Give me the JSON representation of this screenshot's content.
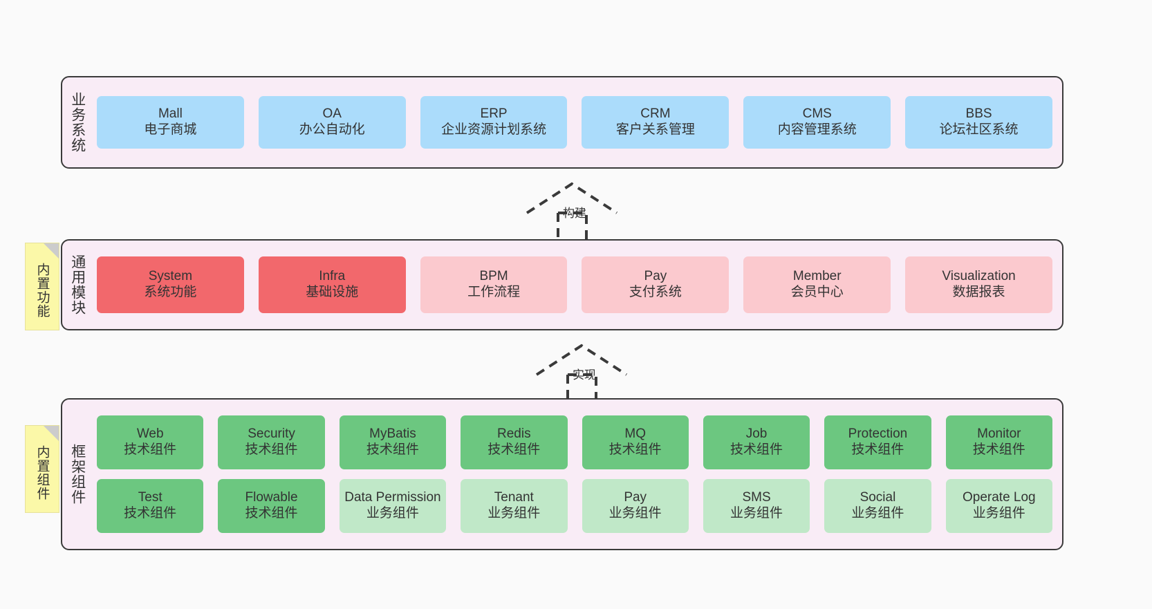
{
  "diagram": {
    "title": "",
    "colors": {
      "canvas_bg": "#fafafa",
      "layer_bg": "#f9ecf6",
      "layer_border": "#3a3a3a",
      "business_node": "#abdcfb",
      "module_core_node": "#f2686c",
      "module_node": "#fbc9ce",
      "tech_component_node": "#6cc780",
      "business_component_node": "#c0e8c8",
      "note_bg": "#fbf8a8",
      "note_fold": "#cccccc",
      "text": "#333333"
    }
  },
  "layers": [
    {
      "id": "business-system",
      "label": "业务系统",
      "rows": [
        {
          "nodes": [
            {
              "name": "Mall",
              "desc": "电子商城"
            },
            {
              "name": "OA",
              "desc": "办公自动化"
            },
            {
              "name": "ERP",
              "desc": "企业资源计划系统"
            },
            {
              "name": "CRM",
              "desc": "客户关系管理"
            },
            {
              "name": "CMS",
              "desc": "内容管理系统"
            },
            {
              "name": "BBS",
              "desc": "论坛社区系统"
            }
          ]
        }
      ]
    },
    {
      "id": "common-module",
      "label": "通用模块",
      "note": "内置功能",
      "rows": [
        {
          "nodes": [
            {
              "name": "System",
              "desc": "系统功能"
            },
            {
              "name": "Infra",
              "desc": "基础设施"
            },
            {
              "name": "BPM",
              "desc": "工作流程"
            },
            {
              "name": "Pay",
              "desc": "支付系统"
            },
            {
              "name": "Member",
              "desc": "会员中心"
            },
            {
              "name": "Visualization",
              "desc": "数据报表"
            }
          ]
        }
      ]
    },
    {
      "id": "framework-component",
      "label": "框架组件",
      "note": "内置组件",
      "rows": [
        {
          "nodes": [
            {
              "name": "Web",
              "desc": "技术组件"
            },
            {
              "name": "Security",
              "desc": "技术组件"
            },
            {
              "name": "MyBatis",
              "desc": "技术组件"
            },
            {
              "name": "Redis",
              "desc": "技术组件"
            },
            {
              "name": "MQ",
              "desc": "技术组件"
            },
            {
              "name": "Job",
              "desc": "技术组件"
            },
            {
              "name": "Protection",
              "desc": "技术组件"
            },
            {
              "name": "Monitor",
              "desc": "技术组件"
            }
          ]
        },
        {
          "nodes": [
            {
              "name": "Test",
              "desc": "技术组件"
            },
            {
              "name": "Flowable",
              "desc": "技术组件"
            },
            {
              "name": "Data Permission",
              "desc": "业务组件"
            },
            {
              "name": "Tenant",
              "desc": "业务组件"
            },
            {
              "name": "Pay",
              "desc": "业务组件"
            },
            {
              "name": "SMS",
              "desc": "业务组件"
            },
            {
              "name": "Social",
              "desc": "业务组件"
            },
            {
              "name": "Operate Log",
              "desc": "业务组件"
            }
          ]
        }
      ]
    }
  ],
  "connectors": [
    {
      "id": "build",
      "label": "构建",
      "from": "common-module",
      "to": "business-system"
    },
    {
      "id": "implement",
      "label": "实现",
      "from": "framework-component",
      "to": "common-module"
    }
  ]
}
